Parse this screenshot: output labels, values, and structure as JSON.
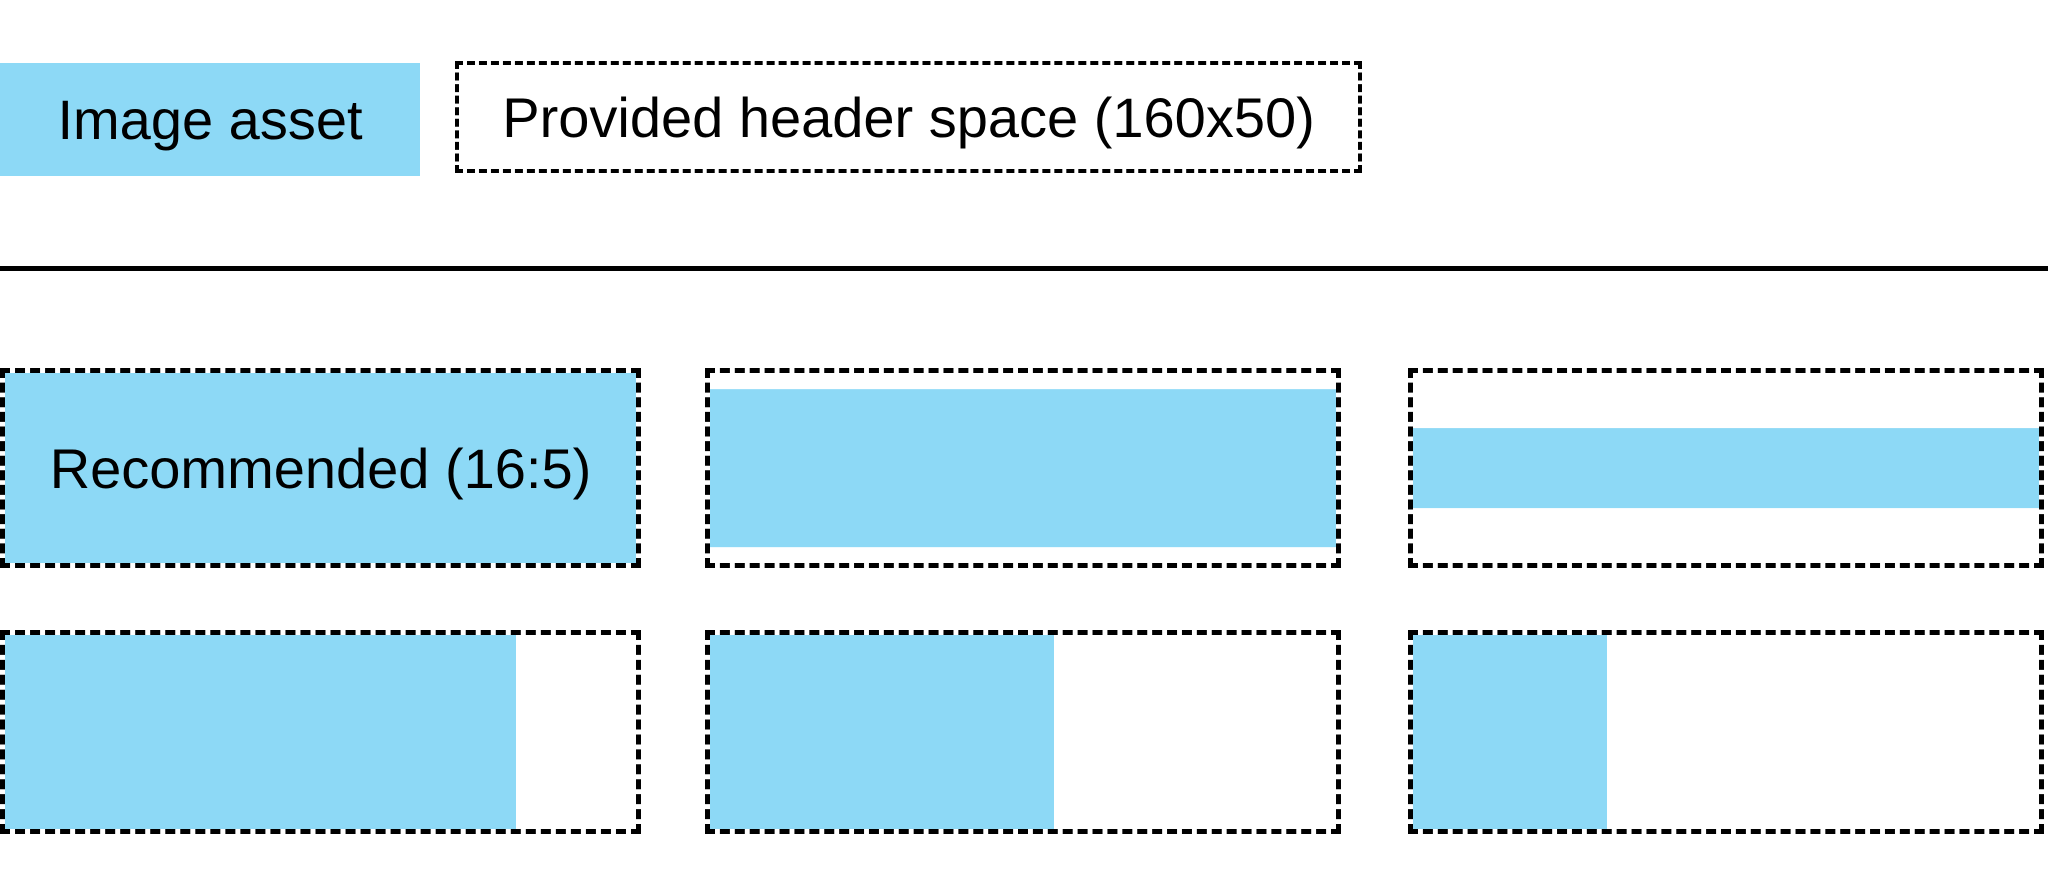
{
  "colors": {
    "image_asset_blue": "#8DD9F6",
    "line": "#000000",
    "text": "#000000"
  },
  "legend": {
    "image_asset_label": "Image asset",
    "header_space_label": "Provided header space (160x50)"
  },
  "examples": {
    "recommended_label": "Recommended (16:5)",
    "row1_fill_styles": [
      "height:100%",
      "height:83%",
      "height:42%"
    ],
    "row2_fill_styles": [
      "width:81%",
      "width:55%",
      "width:31%"
    ]
  }
}
